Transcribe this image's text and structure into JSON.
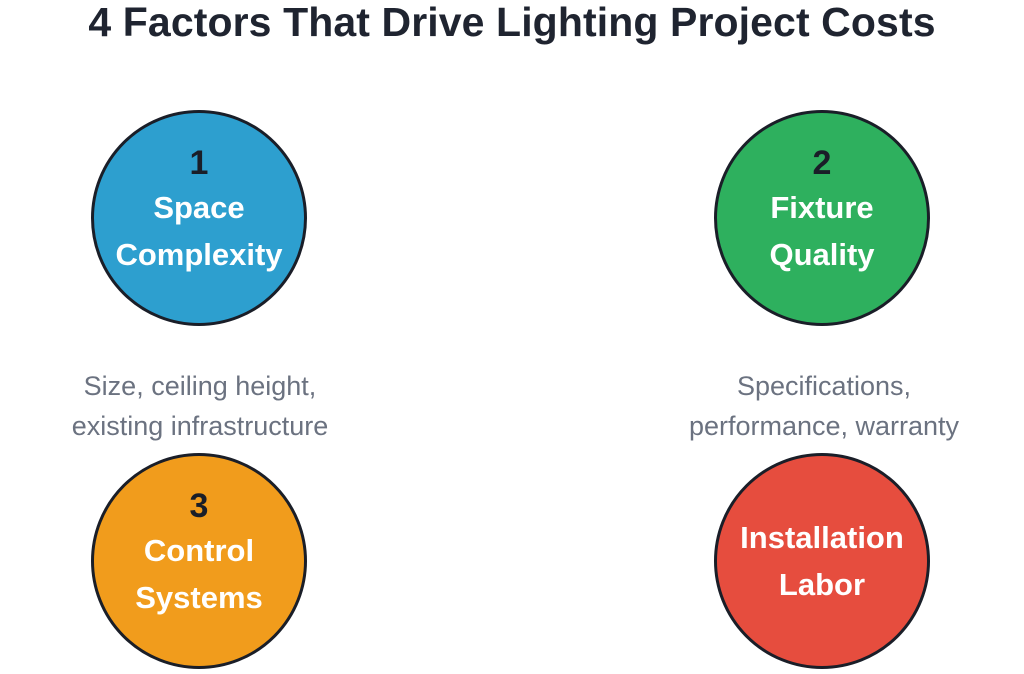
{
  "title": "4 Factors That Drive Lighting Project Costs",
  "factors": [
    {
      "number": "1",
      "label": "Space\nComplexity",
      "color": "#2d9fcf",
      "description": "Size, ceiling height,\nexisting infrastructure"
    },
    {
      "number": "2",
      "label": "Fixture\nQuality",
      "color": "#2eb05e",
      "description": "Specifications,\nperformance, warranty"
    },
    {
      "number": "3",
      "label": "Control\nSystems",
      "color": "#f19c1c"
    },
    {
      "number": "",
      "label": "Installation\nLabor",
      "color": "#e64d3e"
    }
  ]
}
